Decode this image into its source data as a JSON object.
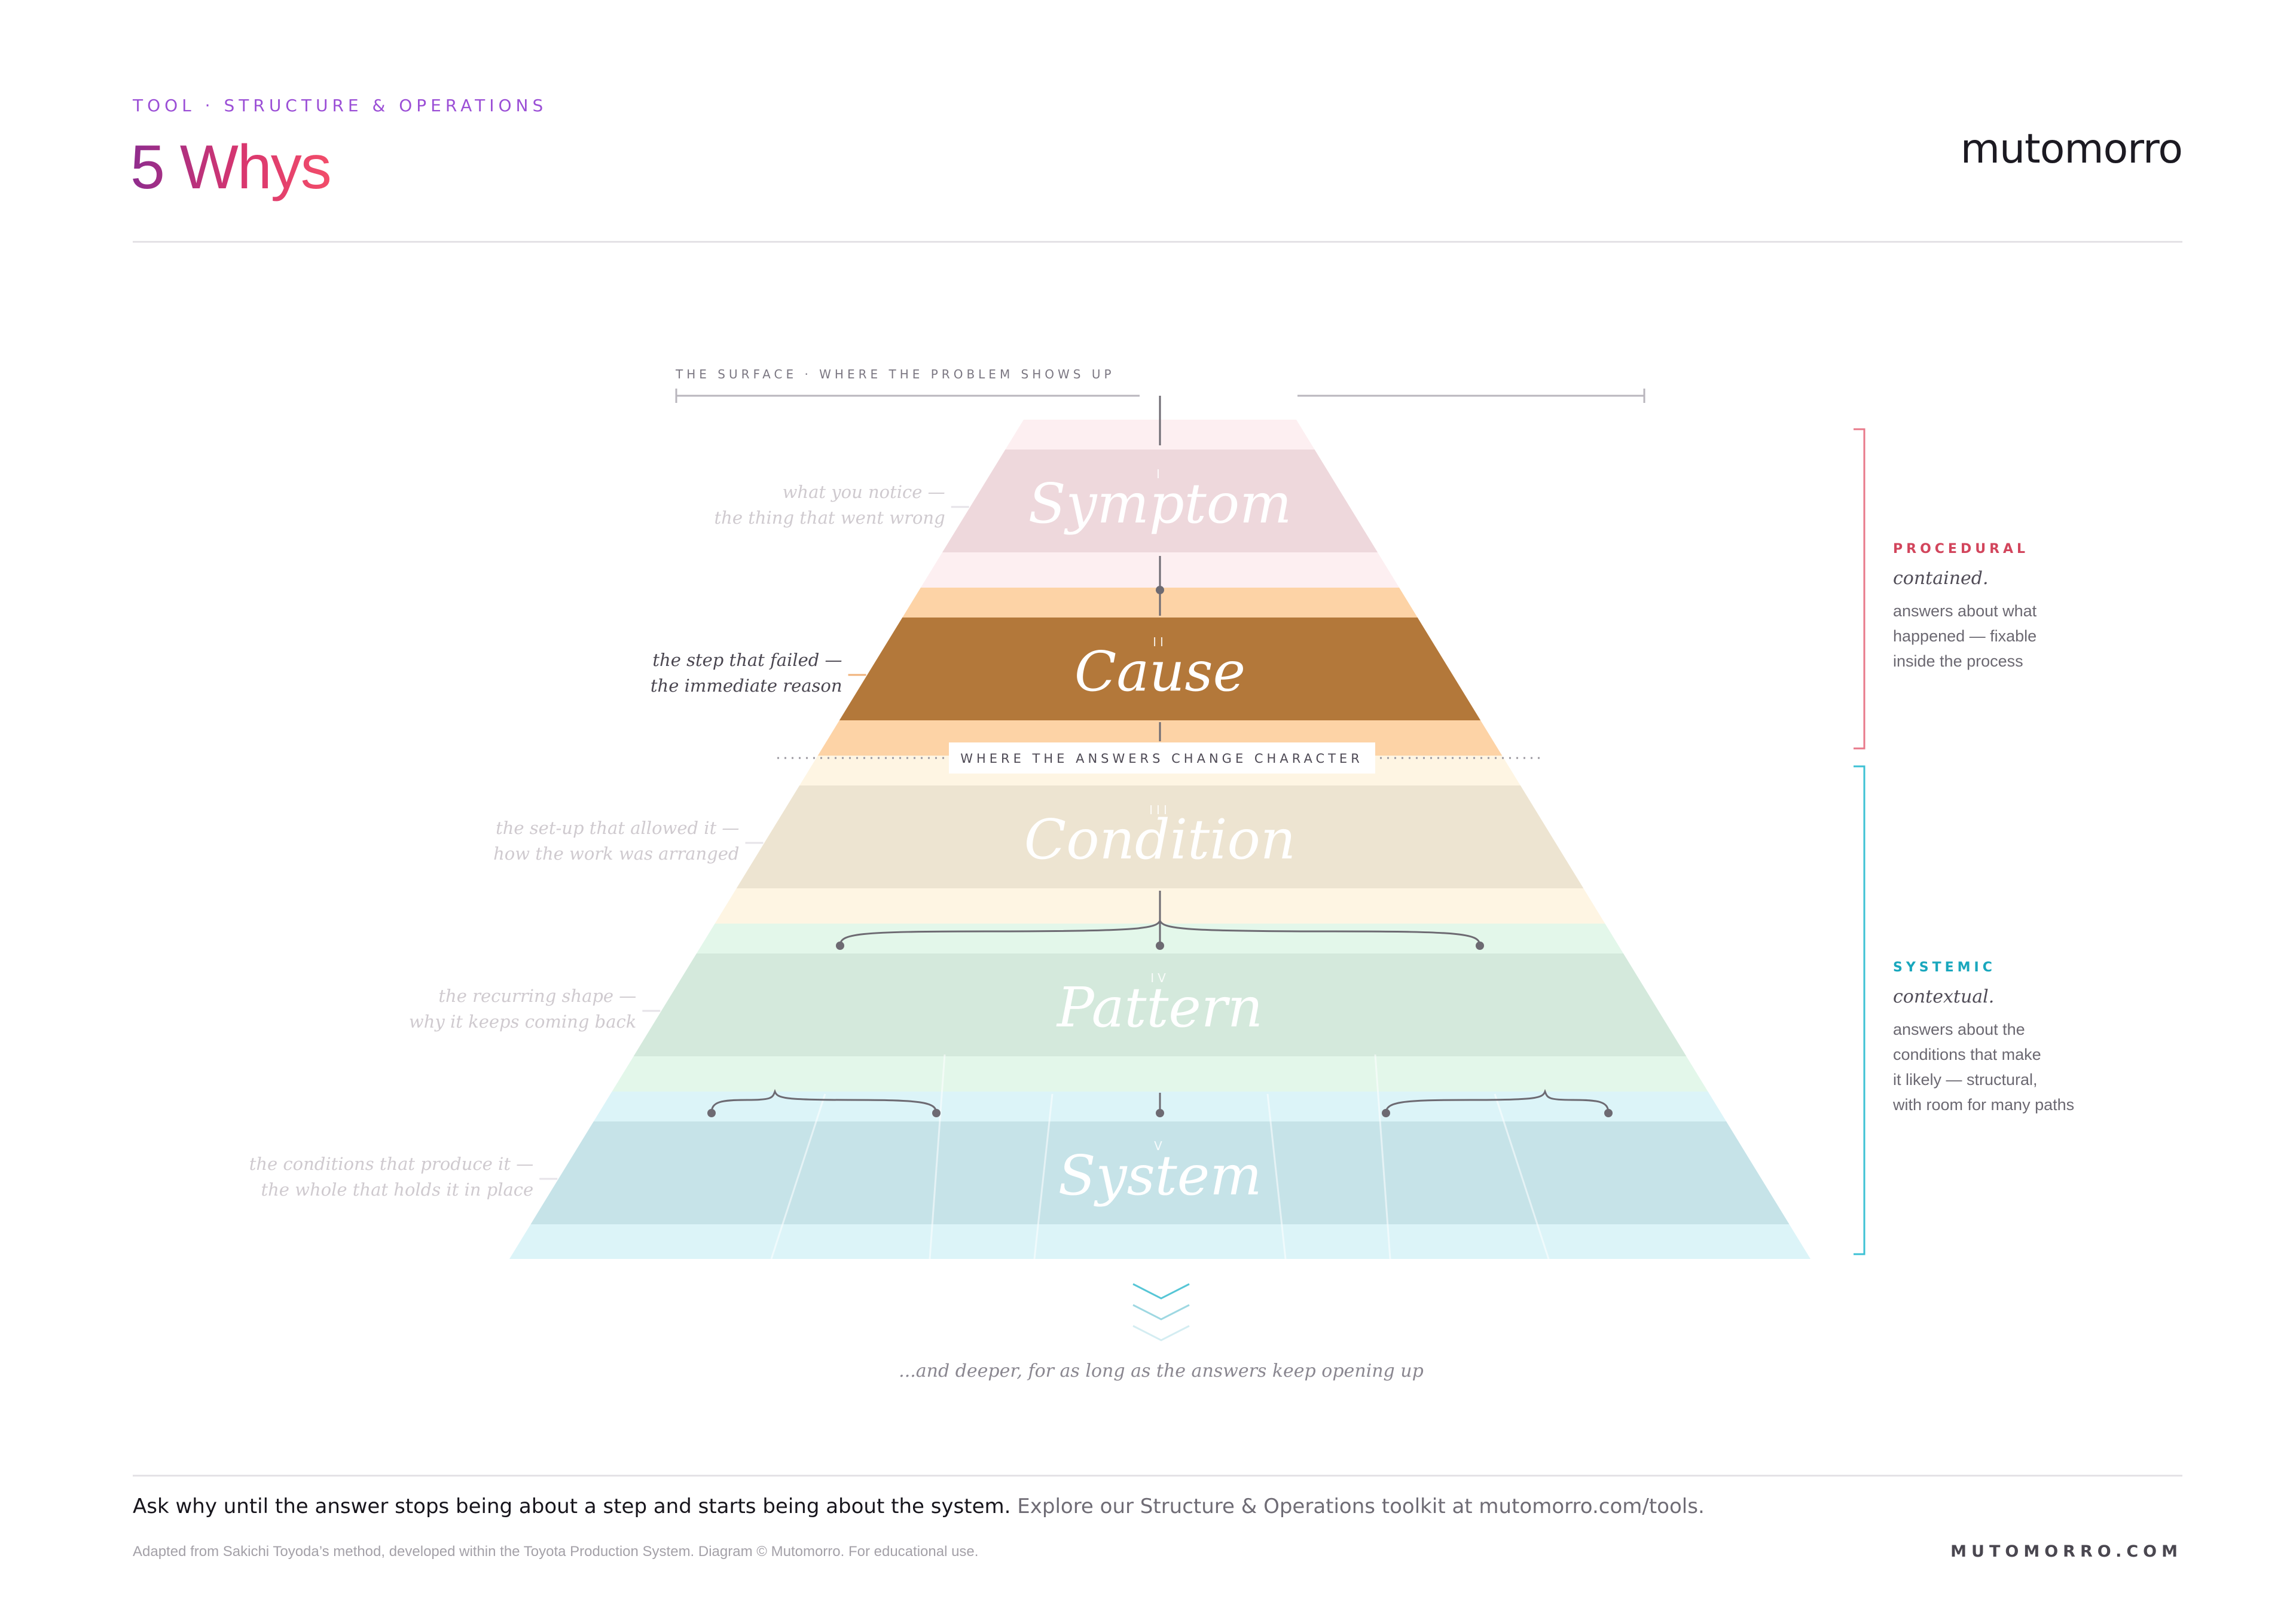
{
  "header": {
    "eyebrow": "TOOL · STRUCTURE & OPERATIONS",
    "title": "5 Whys",
    "brand": "mutomorro"
  },
  "diagram": {
    "surface_label": "THE SURFACE · WHERE THE PROBLEM SHOWS UP",
    "divider_label": "WHERE THE ANSWERS CHANGE CHARACTER",
    "deeper_label": "...and deeper, for as long as the answers keep opening up",
    "levels": [
      {
        "numeral": "I",
        "name": "Symptom",
        "note_1": "what you notice —",
        "note_2": "the thing that went wrong",
        "band_color": "#fdeff1",
        "core_color": "#eed8dc",
        "text_color": "#ffffff",
        "note_color": "#cfcacf"
      },
      {
        "numeral": "II",
        "name": "Cause",
        "note_1": "the step that failed —",
        "note_2": "the immediate reason",
        "band_color": "#fdd3a6",
        "core_color": "#b3783a",
        "text_color": "#ffffff",
        "note_color": "#4a4650"
      },
      {
        "numeral": "III",
        "name": "Condition",
        "note_1": "the set-up that allowed it —",
        "note_2": "how the work was arranged",
        "band_color": "#fef5e3",
        "core_color": "#ede4d1",
        "text_color": "#ffffff",
        "note_color": "#cfcacf"
      },
      {
        "numeral": "IV",
        "name": "Pattern",
        "note_1": "the recurring shape —",
        "note_2": "why it keeps coming back",
        "band_color": "#e3f7ea",
        "core_color": "#d4e9dc",
        "text_color": "#ffffff",
        "note_color": "#cfcacf"
      },
      {
        "numeral": "V",
        "name": "System",
        "note_1": "the conditions that produce it —",
        "note_2": "the whole that holds it in place",
        "band_color": "#dcf4f8",
        "core_color": "#c6e3e8",
        "text_color": "#ffffff",
        "note_color": "#cfcacf"
      }
    ],
    "groups": [
      {
        "label": "PROCEDURAL",
        "subtitle": "contained.",
        "lines": [
          "answers about what",
          "happened — fixable",
          "inside the process"
        ],
        "color": "#e8798a",
        "label_color": "#d2455c"
      },
      {
        "label": "SYSTEMIC",
        "subtitle": "contextual.",
        "lines": [
          "answers about the",
          "conditions that make",
          "it likely — structural,",
          "with room for many paths"
        ],
        "color": "#3cc1d4",
        "label_color": "#19a7bd"
      }
    ]
  },
  "footer": {
    "main_bold": "Ask why until the answer stops being about a step and starts being about the system.",
    "main_light": " Explore our Structure & Operations toolkit at mutomorro.com/tools.",
    "credit": "Adapted from Sakichi Toyoda’s method, developed within the Toyota Production System. Diagram © Mutomorro. For educational use.",
    "url": "MUTOMORRO.COM"
  }
}
